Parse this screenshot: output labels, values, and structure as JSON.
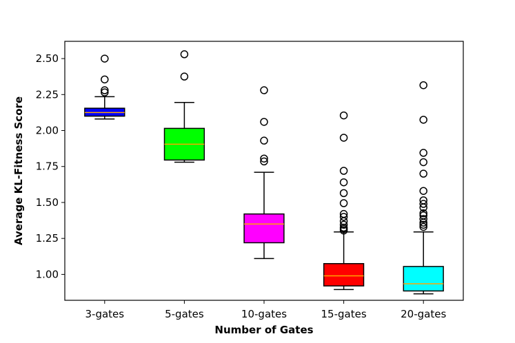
{
  "chart_data": {
    "type": "box",
    "title": "",
    "xlabel": "Number of Gates",
    "ylabel": "Average KL-Fitness Score",
    "ylim": [
      0.82,
      2.62
    ],
    "yticks": [
      "1.00",
      "1.25",
      "1.50",
      "1.75",
      "2.00",
      "2.25",
      "2.50"
    ],
    "grid": false,
    "categories": [
      "3-gates",
      "5-gates",
      "10-gates",
      "15-gates",
      "20-gates"
    ],
    "colors": [
      "#0000ff",
      "#00ff00",
      "#ff00ff",
      "#ff0000",
      "#00ffff"
    ],
    "median_color": "#ffa500",
    "boxes": [
      {
        "whisker_low": 2.08,
        "q1": 2.1,
        "median": 2.125,
        "q3": 2.155,
        "whisker_high": 2.235,
        "outliers": [
          2.5,
          2.355,
          2.28,
          2.265
        ]
      },
      {
        "whisker_low": 1.78,
        "q1": 1.795,
        "median": 1.905,
        "q3": 2.015,
        "whisker_high": 2.195,
        "outliers": [
          2.53,
          2.375
        ]
      },
      {
        "whisker_low": 1.11,
        "q1": 1.22,
        "median": 1.35,
        "q3": 1.42,
        "whisker_high": 1.71,
        "outliers": [
          2.28,
          2.06,
          1.93,
          1.805,
          1.785
        ]
      },
      {
        "whisker_low": 0.895,
        "q1": 0.92,
        "median": 0.99,
        "q3": 1.075,
        "whisker_high": 1.295,
        "outliers": [
          2.105,
          1.95,
          1.72,
          1.64,
          1.565,
          1.495,
          1.42,
          1.4,
          1.37,
          1.345,
          1.325,
          1.315,
          1.305
        ]
      },
      {
        "whisker_low": 0.865,
        "q1": 0.885,
        "median": 0.935,
        "q3": 1.055,
        "whisker_high": 1.295,
        "outliers": [
          2.315,
          2.075,
          1.845,
          1.78,
          1.7,
          1.58,
          1.515,
          1.49,
          1.465,
          1.425,
          1.41,
          1.385,
          1.36,
          1.345,
          1.33
        ]
      }
    ]
  }
}
